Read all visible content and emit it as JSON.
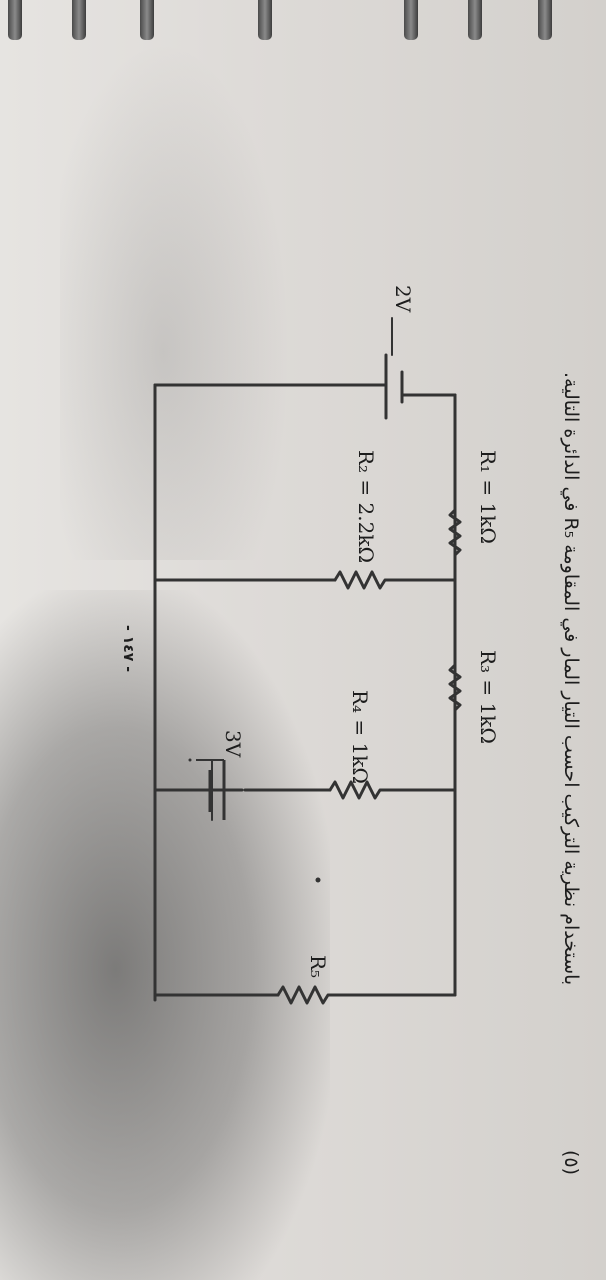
{
  "question": {
    "number": "(٥)",
    "text": "باستخدام نظرية التركيب احسب التيار المار في المقاومة R₅ في الدائرة التالية."
  },
  "circuit": {
    "source_left": "2V",
    "source_right": "3V",
    "R1": "R₁ = 1kΩ",
    "R2": "R₂ = 2.2kΩ",
    "R3": "R₃ = 1kΩ",
    "R4": "R₄ = 1kΩ",
    "R5": "R₅"
  },
  "page_number": "- ١٤٧ -",
  "colors": {
    "ink": "#1d1d1d",
    "wire": "#333333"
  }
}
